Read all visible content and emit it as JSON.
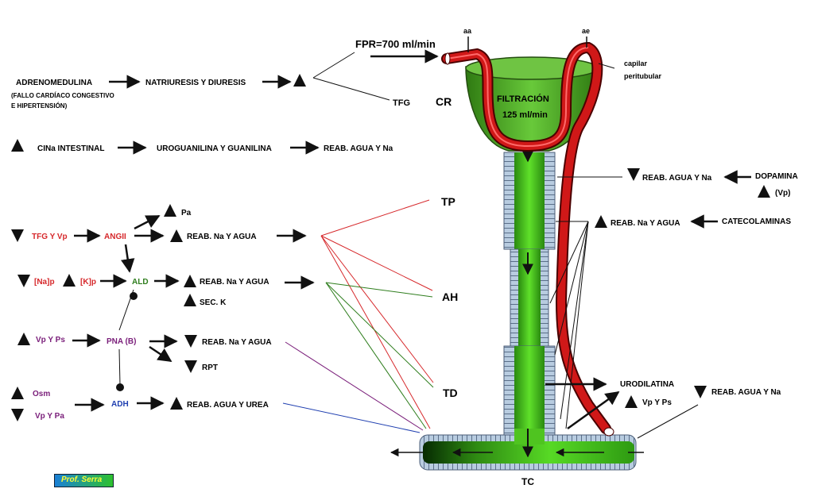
{
  "colors": {
    "black": "#111111",
    "red": "#d6282b",
    "green": "#2e7d1d",
    "purple": "#7a1e7a",
    "blue": "#1f3fb0",
    "vessel": "#d01818",
    "tubule_green": "#4cc41c",
    "segment_blue": "#a9bfd8"
  },
  "top": {
    "fpr": "FPR=700 ml/min",
    "aa": "aa",
    "ae": "ae",
    "capilar": "capilar",
    "peritubular": "peritubular",
    "cr": "CR",
    "filtracion": "FILTRACIÓN",
    "filtracion_rate": "125 ml/min",
    "adrenomedulina": "ADRENOMEDULINA",
    "fallo1": "(FALLO CARDÍACO CONGESTIVO",
    "fallo2": "E HIPERTENSIÓN)",
    "natriuresis": "NATRIURESIS Y DIURESIS",
    "tfg": "TFG"
  },
  "row2": {
    "cina": "CINa INTESTINAL",
    "uroguanilina": "UROGUANILINA Y GUANILINA",
    "reab": "REAB.  AGUA Y Na"
  },
  "angii": {
    "tfg_vp": "TFG Y Vp",
    "angii": "ANGII",
    "pa": "Pa",
    "reab": "REAB. Na Y AGUA"
  },
  "ald": {
    "nap": "[Na]p",
    "kp": "[K]p",
    "ald": "ALD",
    "reab": "REAB. Na Y AGUA",
    "seck": "SEC. K"
  },
  "pna": {
    "vp_ps": "Vp Y Ps",
    "pna": "PNA (B)",
    "reab": "REAB. Na Y AGUA",
    "rpt": "RPT"
  },
  "adh": {
    "osm": "Osm",
    "vp_pa": "Vp Y Pa",
    "adh": "ADH",
    "reab": "REAB.  AGUA Y UREA"
  },
  "segments": {
    "tp": "TP",
    "ah": "AH",
    "td": "TD",
    "tc": "TC"
  },
  "right": {
    "reab_dopa": "REAB.  AGUA Y Na",
    "dopamina": "DOPAMINA",
    "vp": "(Vp)",
    "reab_cat": "REAB. Na Y AGUA",
    "catecolaminas": "CATECOLAMINAS",
    "urodilatina": "URODILATINA",
    "vp_ps": "Vp Y Ps",
    "reab_uro": "REAB.  AGUA Y Na"
  },
  "badge": "Prof. Serra"
}
